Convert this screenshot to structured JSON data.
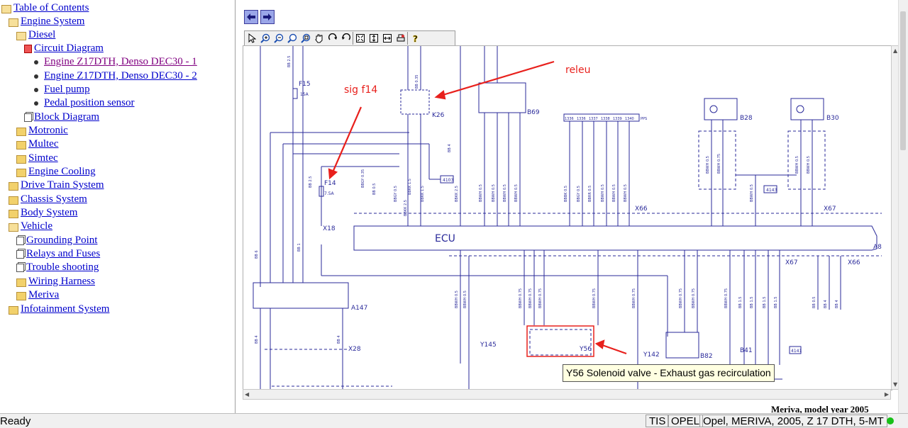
{
  "toc": {
    "items": [
      {
        "label": "Table of Contents",
        "icon": "folder-open-icon"
      },
      {
        "label": "Engine System",
        "icon": "folder-open-icon"
      },
      {
        "label": "Diesel",
        "icon": "folder-open-icon"
      },
      {
        "label": "Circuit Diagram",
        "icon": "document-red-icon"
      },
      {
        "label": "Engine Z17DTH, Denso DEC30 - 1",
        "icon": "bullet-icon"
      },
      {
        "label": "Engine Z17DTH, Denso DEC30 - 2",
        "icon": "bullet-icon"
      },
      {
        "label": "Fuel pump",
        "icon": "bullet-icon"
      },
      {
        "label": "Pedal position sensor",
        "icon": "bullet-icon"
      },
      {
        "label": "Block Diagram",
        "icon": "document-stack-icon"
      },
      {
        "label": "Motronic",
        "icon": "folder-icon"
      },
      {
        "label": "Multec",
        "icon": "folder-icon"
      },
      {
        "label": "Simtec",
        "icon": "folder-icon"
      },
      {
        "label": "Engine Cooling",
        "icon": "folder-icon"
      },
      {
        "label": "Drive Train System",
        "icon": "folder-icon"
      },
      {
        "label": "Chassis System",
        "icon": "folder-icon"
      },
      {
        "label": "Body System",
        "icon": "folder-icon"
      },
      {
        "label": "Vehicle",
        "icon": "folder-open-icon"
      },
      {
        "label": "Grounding Point",
        "icon": "document-stack-icon"
      },
      {
        "label": "Relays and Fuses",
        "icon": "document-stack-icon"
      },
      {
        "label": "Trouble shooting",
        "icon": "document-stack-icon"
      },
      {
        "label": "Wiring Harness",
        "icon": "folder-icon"
      },
      {
        "label": "Meriva",
        "icon": "folder-icon"
      },
      {
        "label": "Infotainment System",
        "icon": "folder-icon"
      }
    ]
  },
  "nav": {
    "back_icon": "arrow-left-icon",
    "forward_icon": "arrow-right-icon"
  },
  "toolbar": {
    "tools": [
      "pointer-icon",
      "zoom-in-icon",
      "zoom-out-icon",
      "zoom-window-icon",
      "zoom-extents-icon",
      "pan-hand-icon",
      "rotate-right-icon",
      "rotate-left-icon",
      "fit-all-icon",
      "fit-height-icon",
      "fit-width-icon",
      "print-icon",
      "help-icon"
    ]
  },
  "diagram": {
    "annotations": {
      "releu": "releu",
      "sig_f14": "sig f14"
    },
    "ecu_label": "ECU",
    "components": {
      "f15": "F15",
      "f14": "F14",
      "k26": "K26",
      "b69": "B69",
      "x18": "X18",
      "a147": "A147",
      "x28": "X28",
      "y145": "Y145",
      "y56": "Y56",
      "y142": "Y142",
      "b82": "B82",
      "b41": "B41",
      "b28": "B28",
      "b30": "B30",
      "x66": "X66",
      "x67": "X67",
      "x66b": "X66",
      "x67b": "X67",
      "a8": "A8"
    },
    "fuse_ratings": {
      "f15": "15A",
      "f14": "7.5A"
    },
    "wire_labels": [
      "BB 6",
      "BB 2.5",
      "BB 1",
      "BB 2.5",
      "BBKK 2.5",
      "BB 0.35",
      "BB 4",
      "BBKK 2.5",
      "BBGY 0.35",
      "BB 0.5",
      "BBGY 0.5",
      "BBKK 1.5",
      "BBKK 1.5",
      "BBWH 0.5",
      "BBWH 0.5",
      "BBWH 0.5",
      "BBWH 0.5",
      "BBBK 0.5",
      "BBGY 0.5",
      "BBRR 0.5",
      "BBWH 0.5",
      "BBWH 0.5",
      "BBWH 0.5",
      "BBWH 0.5",
      "BBWH 0.75",
      "BBWH 0.5",
      "BBWH 0.5",
      "BBWH 0.5",
      "BBWH 0.5",
      "BBWH 0.5",
      "BBWH 0.75",
      "BBWH 0.75",
      "BBWH 0.75",
      "BBWH 0.75",
      "BBWH 0.75",
      "BBWH 0.75",
      "BBWH 0.75",
      "BBWH 0.75",
      "BB 1.5",
      "BB 1.5",
      "BB 1.5",
      "BB 1.5",
      "BB 0.5",
      "BB 4",
      "BB 4",
      "BB 4",
      "BB 4"
    ],
    "terminal_codes": [
      "1336",
      "1336",
      "1337",
      "1338",
      "1339",
      "1340",
      "PPS"
    ],
    "ref_boxes": [
      "4103",
      "4143",
      "4141"
    ]
  },
  "tooltip": "Y56 Solenoid valve - Exhaust gas recirculation",
  "page_footer": "Meriva, model year 2005",
  "status": {
    "text": "Ready",
    "panes": [
      "TIS",
      "OPEL",
      "Opel, MERIVA, 2005, Z 17 DTH, 5-MT"
    ],
    "indicator_color": "#18c018"
  },
  "colors": {
    "link": "#0000cc",
    "visited": "#800080",
    "annotation": "#e8201c",
    "diagram_ink": "#2a2a9a",
    "tooltip_bg": "#ffffe1"
  }
}
